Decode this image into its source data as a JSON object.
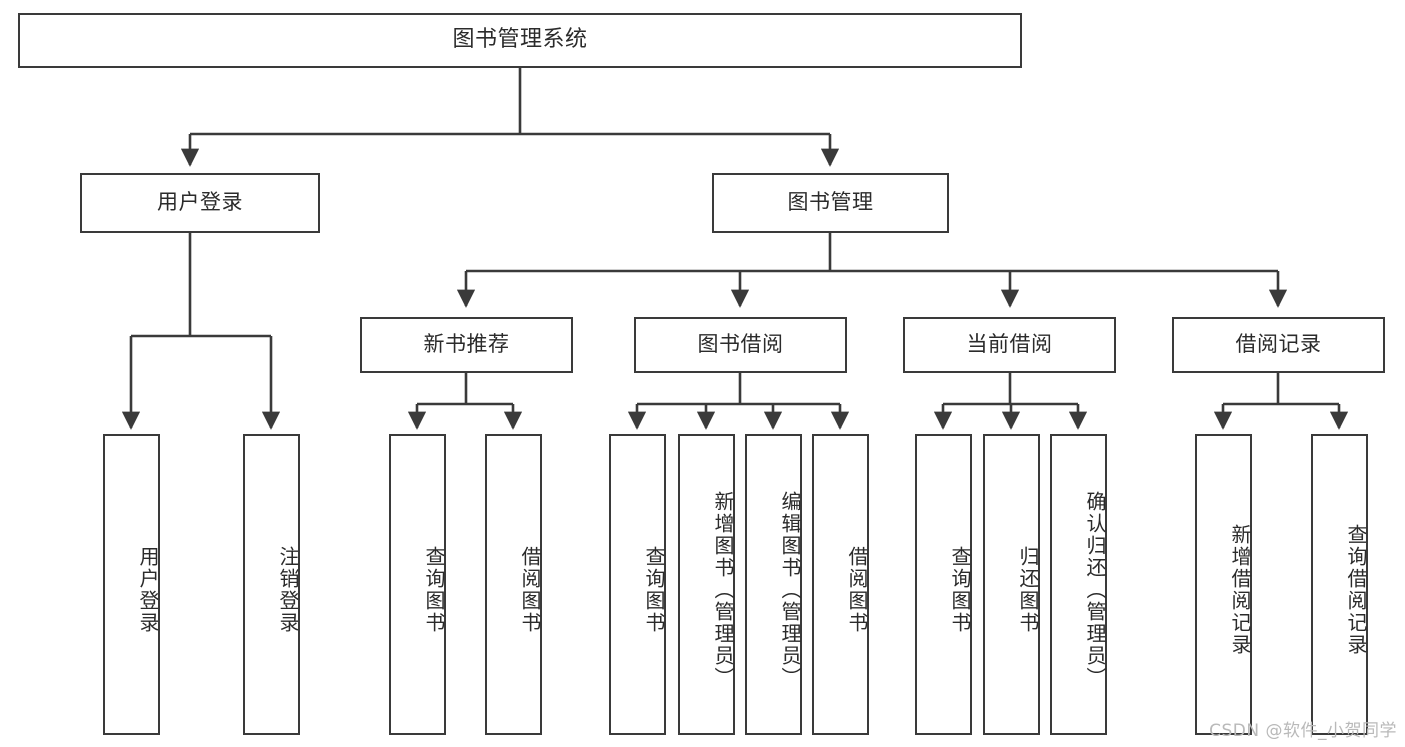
{
  "diagram": {
    "title": "图书管理系统",
    "type": "tree-hierarchy",
    "stroke_color": "#3a3a3a",
    "text_color": "#2b2b2b",
    "background": "#ffffff"
  },
  "root": {
    "label": "图书管理系统"
  },
  "level2": [
    {
      "label": "用户登录"
    },
    {
      "label": "图书管理"
    }
  ],
  "level3": [
    {
      "label": "新书推荐"
    },
    {
      "label": "图书借阅"
    },
    {
      "label": "当前借阅"
    },
    {
      "label": "借阅记录"
    }
  ],
  "leaves": {
    "user_login": [
      {
        "label": "用户登录"
      },
      {
        "label": "注销登录"
      }
    ],
    "new_book_recommend": [
      {
        "label": "查询图书"
      },
      {
        "label": "借阅图书"
      }
    ],
    "book_borrow": [
      {
        "label": "查询图书"
      },
      {
        "label": "新增图书（管理员）"
      },
      {
        "label": "编辑图书（管理员）"
      },
      {
        "label": "借阅图书"
      }
    ],
    "current_borrow": [
      {
        "label": "查询图书"
      },
      {
        "label": "归还图书"
      },
      {
        "label": "确认归还（管理员）"
      }
    ],
    "borrow_record": [
      {
        "label": "新增借阅记录"
      },
      {
        "label": "查询借阅记录"
      }
    ]
  },
  "watermark": {
    "text": "CSDN @软件_小贺同学"
  }
}
